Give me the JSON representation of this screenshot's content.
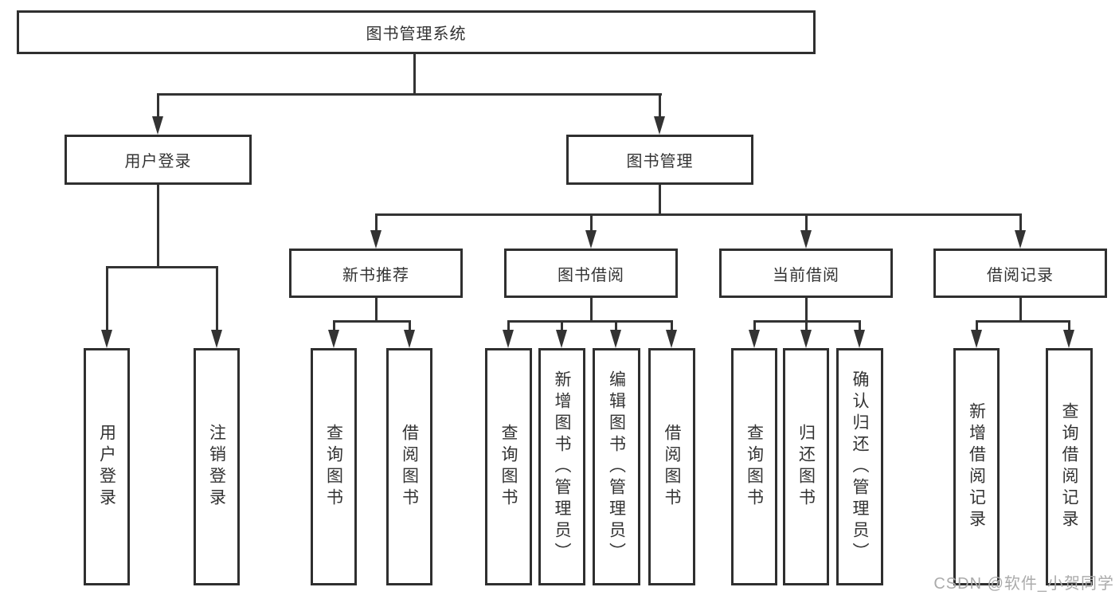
{
  "diagram": {
    "root": "图书管理系统",
    "branches": [
      {
        "label": "用户登录",
        "children": [
          "用户登录",
          "注销登录"
        ]
      },
      {
        "label": "图书管理",
        "children": [
          {
            "label": "新书推荐",
            "children": [
              "查询图书",
              "借阅图书"
            ]
          },
          {
            "label": "图书借阅",
            "children": [
              "查询图书",
              "新增图书（管理员）",
              "编辑图书（管理员）",
              "借阅图书"
            ]
          },
          {
            "label": "当前借阅",
            "children": [
              "查询图书",
              "归还图书",
              "确认归还（管理员）"
            ]
          },
          {
            "label": "借阅记录",
            "children": [
              "新增借阅记录",
              "查询借阅记录"
            ]
          }
        ]
      }
    ]
  },
  "watermark": "CSDN @软件_小贺同学",
  "colors": {
    "line": "#333333",
    "box_border": "#2f2f2f",
    "text": "#333333",
    "watermark": "#ababab",
    "background": "#ffffff"
  }
}
